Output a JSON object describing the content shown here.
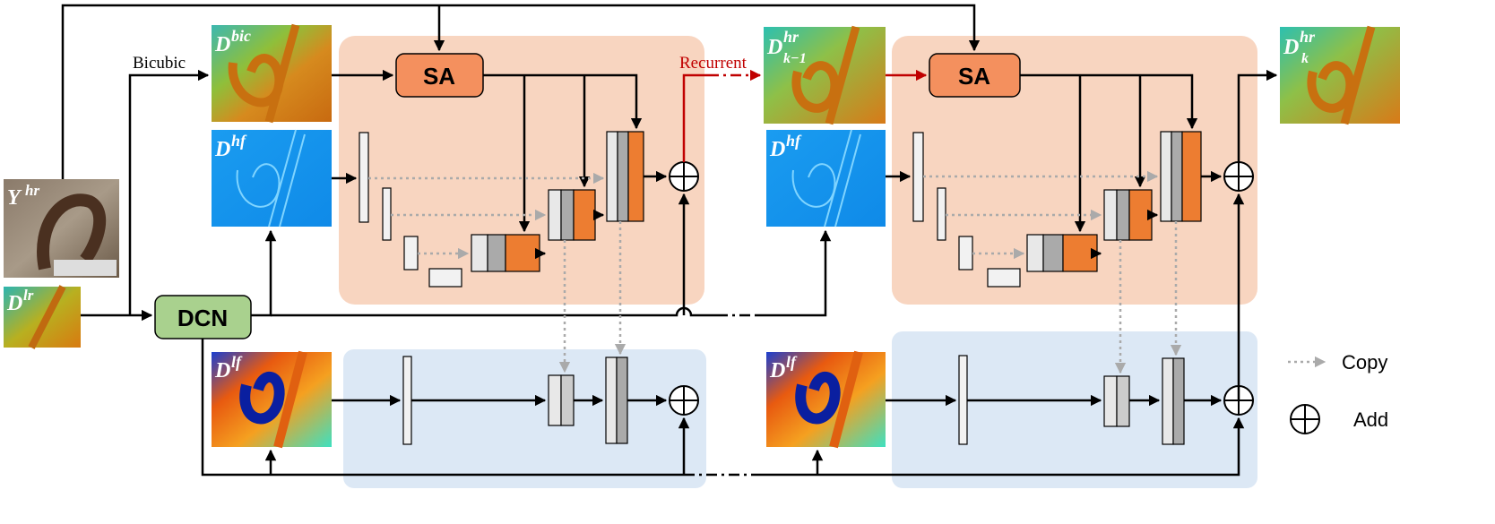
{
  "labels": {
    "bicubic": "Bicubic",
    "recurrent": "Recurrent",
    "sa": "SA",
    "dcn": "DCN",
    "copy": "Copy",
    "add": "Add"
  },
  "images": {
    "y_hr": {
      "base": "Y",
      "sup": "hr"
    },
    "d_lr": {
      "base": "D",
      "sup": "lr"
    },
    "d_bic": {
      "base": "D",
      "sup": "bic"
    },
    "d_hf": {
      "base": "D",
      "sup": "hf"
    },
    "d_lf": {
      "base": "D",
      "sup": "lf"
    },
    "d_hr_km1": {
      "base": "D",
      "sup": "hr",
      "sub": "k−1"
    },
    "d_hr_k": {
      "base": "D",
      "sup": "hr",
      "sub": "k"
    }
  },
  "colors": {
    "hf_stream_bg": "#f8d5c0",
    "lf_stream_bg": "#dce8f5",
    "sa_fill": "#f4905e",
    "dcn_fill": "#a9d18e",
    "feature_orange": "#ed7d31",
    "recurrent_arrow": "#c00000",
    "copy_arrow": "#aaaaaa"
  }
}
